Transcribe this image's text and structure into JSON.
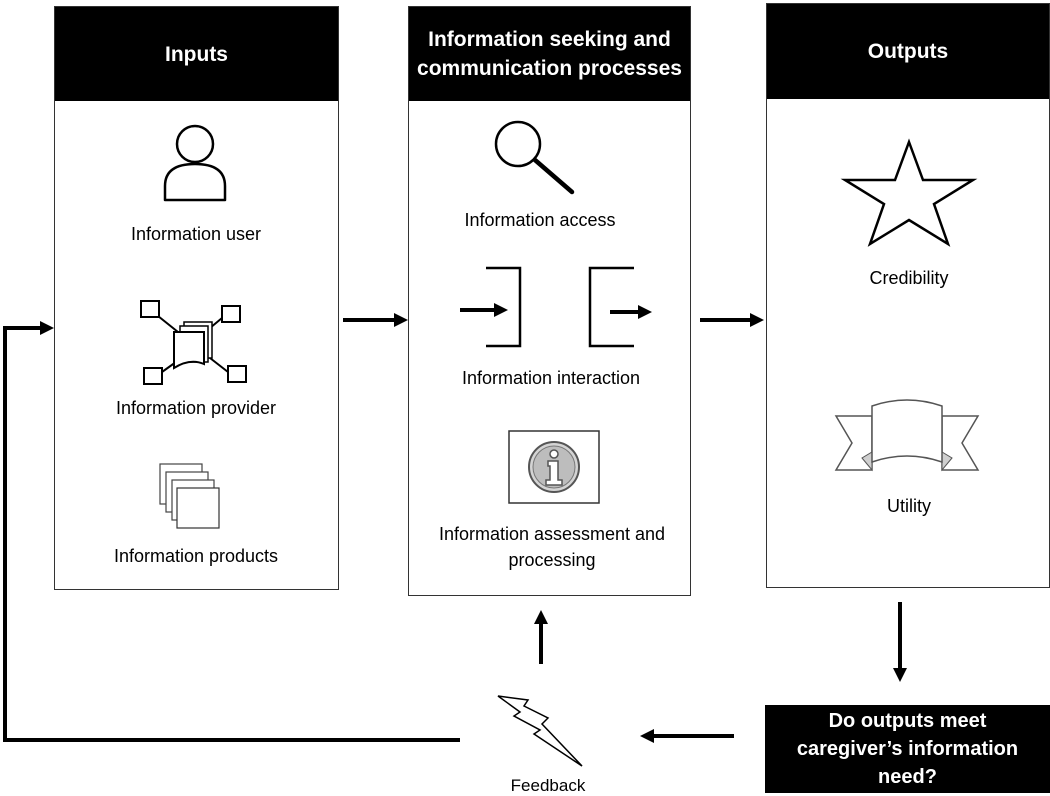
{
  "inputs": {
    "title": "Inputs",
    "items": [
      {
        "label": "Information user",
        "icon": "user-icon"
      },
      {
        "label": "Information provider",
        "icon": "network-icon"
      },
      {
        "label": "Information products",
        "icon": "documents-icon"
      }
    ]
  },
  "process": {
    "title": "Information seeking and communication processes",
    "items": [
      {
        "label": "Information access",
        "icon": "magnifier-icon"
      },
      {
        "label": "Information interaction",
        "icon": "bracket-arrows-icon"
      },
      {
        "label": "Information assessment and processing",
        "icon": "info-icon"
      }
    ]
  },
  "outputs": {
    "title": "Outputs",
    "items": [
      {
        "label": "Credibility",
        "icon": "star-icon"
      },
      {
        "label": "Utility",
        "icon": "ribbon-icon"
      }
    ]
  },
  "question": {
    "text": "Do outputs meet caregiver’s information need?"
  },
  "feedback": {
    "label": "Feedback",
    "icon": "lightning-icon"
  }
}
